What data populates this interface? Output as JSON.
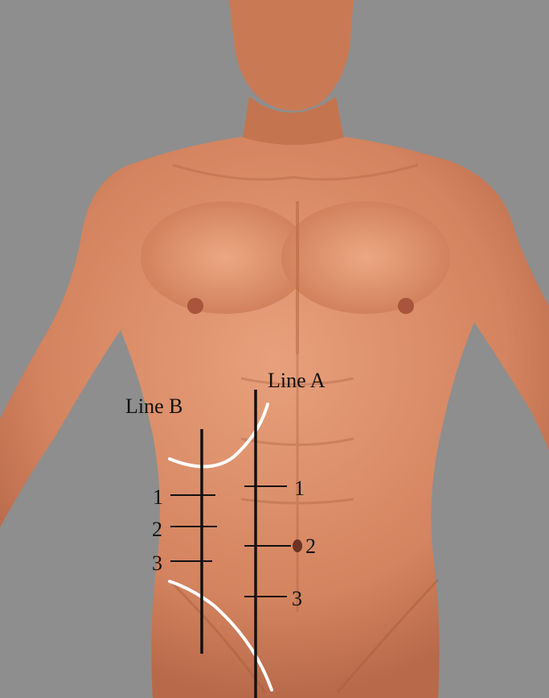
{
  "figure": {
    "background_color": "#8e8e8e",
    "skin_color": "#d98a66",
    "line_color": "#111111",
    "curve_color": "#ffffff"
  },
  "lines": {
    "a": {
      "title": "Line A",
      "ticks": [
        "1",
        "2",
        "3"
      ]
    },
    "b": {
      "title": "Line B",
      "ticks": [
        "1",
        "2",
        "3"
      ]
    }
  }
}
